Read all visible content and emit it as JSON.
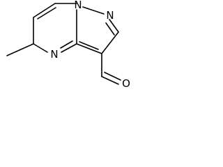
{
  "molecule": {
    "atoms": {
      "n_ring_bridge": "N",
      "n_pyrazole": "N",
      "n_pyrimidine": "N",
      "o_aldehyde": "O"
    }
  }
}
